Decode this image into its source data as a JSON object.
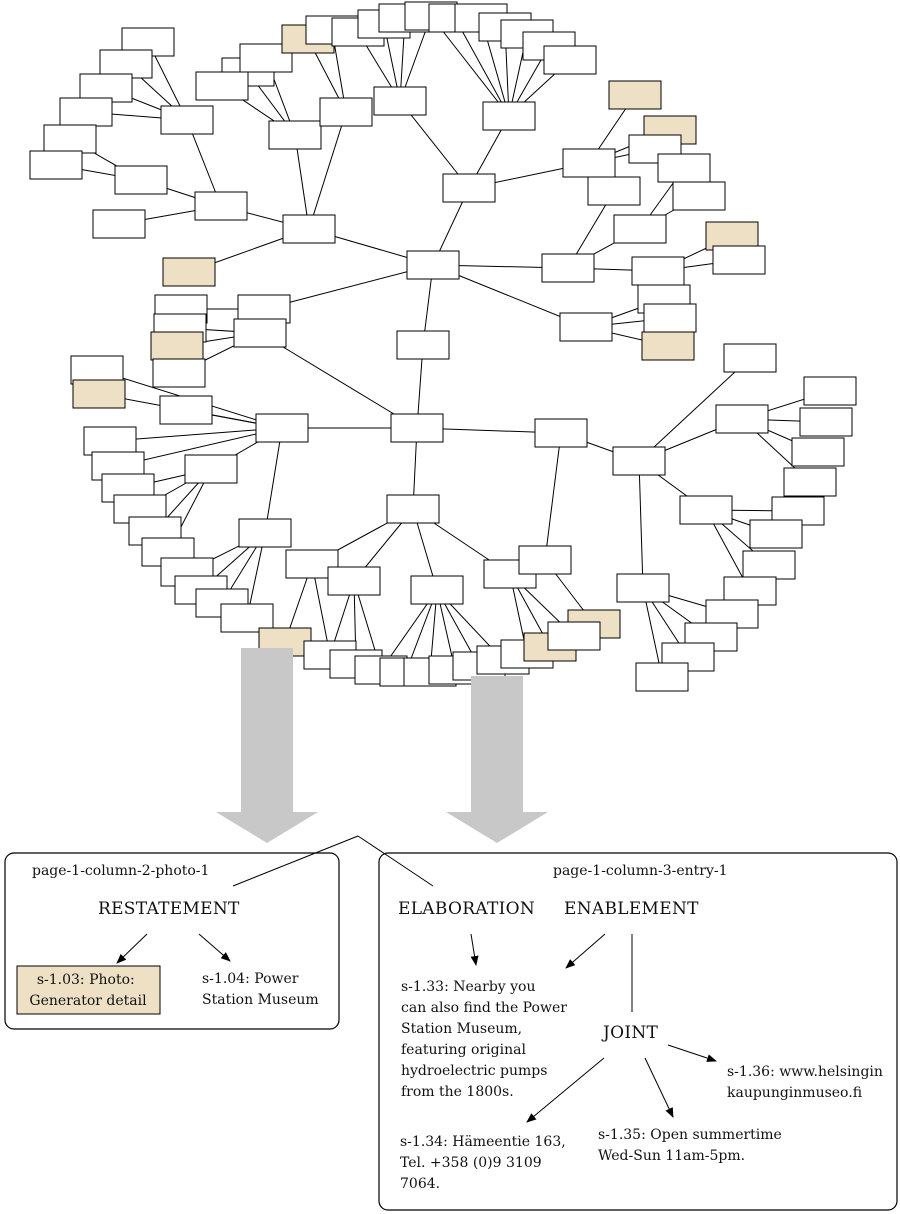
{
  "colors": {
    "highlight": "#ede0c4",
    "arrow_band": "#c8c8c8",
    "stroke": "#000000"
  },
  "left_panel": {
    "title": "page-1-column-2-photo-1",
    "relation": "RESTATEMENT",
    "segments": [
      {
        "lines": [
          "s-1.03: Photo:",
          "Generator detail"
        ],
        "highlighted": true
      },
      {
        "lines": [
          "s-1.04: Power",
          "Station Museum"
        ],
        "highlighted": false
      }
    ]
  },
  "right_panel": {
    "title": "page-1-column-3-entry-1",
    "relations": {
      "elaboration": "ELABORATION",
      "enablement": "ENABLEMENT",
      "joint": "JOINT"
    },
    "segments": {
      "s133": [
        "s-1.33: Nearby you",
        "can also find the Power",
        "Station Museum,",
        "featuring original",
        "hydroelectric pumps",
        "from the 1800s."
      ],
      "s134": [
        "s-1.34: Hämeentie 163,",
        "Tel. +358 (0)9 3109",
        "7064."
      ],
      "s135": [
        "s-1.35: Open summertime",
        "Wed-Sun 11am-5pm."
      ],
      "s136": [
        "s-1.36: www.helsingin",
        "kaupunginmuseo.fi"
      ]
    }
  }
}
